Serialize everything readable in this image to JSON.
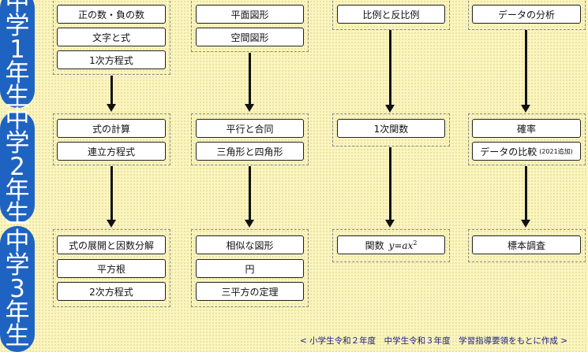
{
  "grades": [
    {
      "chars": [
        "中",
        "学",
        "1",
        "年",
        "生"
      ]
    },
    {
      "chars": [
        "中",
        "学",
        "2",
        "年",
        "生"
      ]
    },
    {
      "chars": [
        "中",
        "学",
        "3",
        "年",
        "生"
      ]
    }
  ],
  "columns": {
    "number": {
      "g1": [
        "正の数・負の数",
        "文字と式",
        "1次方程式"
      ],
      "g2": [
        "式の計算",
        "連立方程式"
      ],
      "g3": [
        "式の展開と因数分解",
        "平方根",
        "2次方程式"
      ]
    },
    "geometry": {
      "g1": [
        "平面図形",
        "空間図形"
      ],
      "g2": [
        "平行と合同",
        "三角形と四角形"
      ],
      "g3": [
        "相似な図形",
        "円",
        "三平方の定理"
      ]
    },
    "function": {
      "g1": "比例と反比例",
      "g2": "1次関数",
      "g3_label": "関数",
      "g3_formula": "y=ax",
      "g3_exponent": "2"
    },
    "data": {
      "g1": "データの分析",
      "g2": [
        "確率",
        "データの比較"
      ],
      "g2_note": "(2021追加)",
      "g3": "標本調査"
    }
  },
  "footnote": "< 小学生令和２年度　中学生令和３年度　学習指導要領をもとに作成 >"
}
